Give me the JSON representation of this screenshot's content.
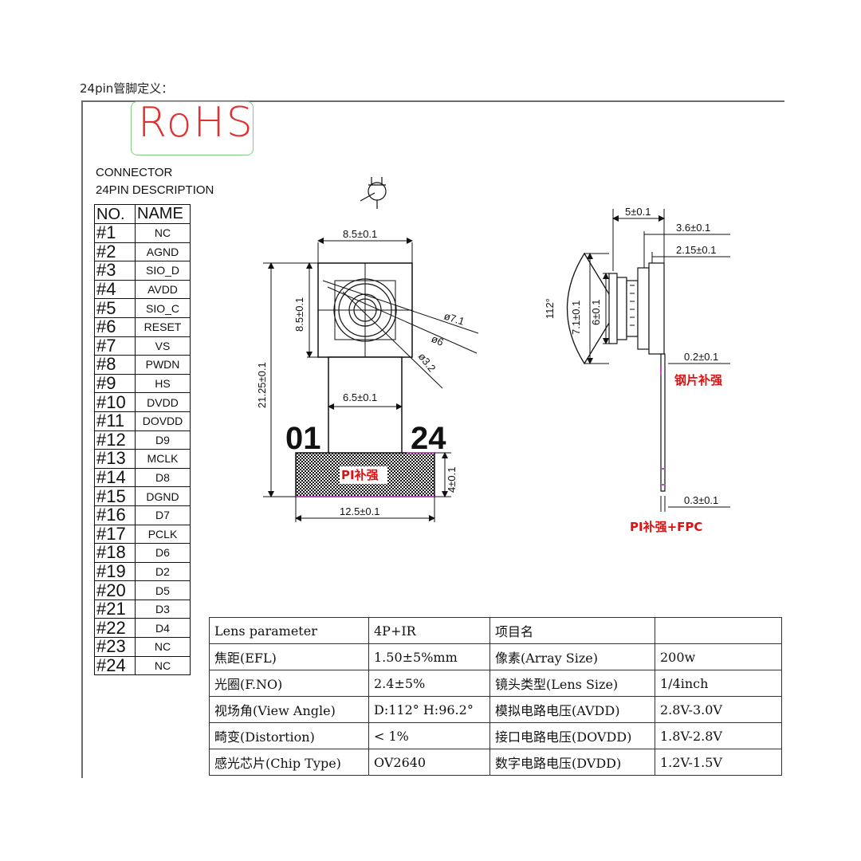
{
  "heading": "24pin管脚定义：",
  "rohs": "RoHS",
  "connector": {
    "line1": "CONNECTOR",
    "line2": "24PIN DESCRIPTION"
  },
  "pin_table": {
    "header": {
      "no": "NO.",
      "name": "NAME"
    },
    "rows": [
      {
        "no": "#1",
        "name": "NC"
      },
      {
        "no": "#2",
        "name": "AGND"
      },
      {
        "no": "#3",
        "name": "SIO_D"
      },
      {
        "no": "#4",
        "name": "AVDD"
      },
      {
        "no": "#5",
        "name": "SIO_C"
      },
      {
        "no": "#6",
        "name": "RESET"
      },
      {
        "no": "#7",
        "name": "VS"
      },
      {
        "no": "#8",
        "name": "PWDN"
      },
      {
        "no": "#9",
        "name": "HS"
      },
      {
        "no": "#10",
        "name": "DVDD"
      },
      {
        "no": "#11",
        "name": "DOVDD"
      },
      {
        "no": "#12",
        "name": "D9"
      },
      {
        "no": "#13",
        "name": "MCLK"
      },
      {
        "no": "#14",
        "name": "D8"
      },
      {
        "no": "#15",
        "name": "DGND"
      },
      {
        "no": "#16",
        "name": "D7"
      },
      {
        "no": "#17",
        "name": "PCLK"
      },
      {
        "no": "#18",
        "name": "D6"
      },
      {
        "no": "#19",
        "name": "D2"
      },
      {
        "no": "#20",
        "name": "D5"
      },
      {
        "no": "#21",
        "name": "D3"
      },
      {
        "no": "#22",
        "name": "D4"
      },
      {
        "no": "#23",
        "name": "NC"
      },
      {
        "no": "#24",
        "name": "NC"
      }
    ]
  },
  "front_view": {
    "dim_top_width": "8.5±0.1",
    "dim_left_height": "8.5±0.1",
    "dim_total_height": "21.25±0.1",
    "dim_fpc_width": "6.5±0.1",
    "dim_bottom_width": "12.5±0.1",
    "dim_stiffener_height": "4±0.1",
    "dia_outer": "ø7.1",
    "dia_mid": "ø6",
    "dia_inner": "ø3.2",
    "pin_first": "01",
    "pin_last": "24",
    "stiffener_label": "PI补强"
  },
  "side_view": {
    "dim_5": "5±0.1",
    "dim_3_6": "3.6±0.1",
    "dim_2_15": "2.15±0.1",
    "dim_7_1": "7.1±0.1",
    "dim_6": "6±0.1",
    "angle": "112°",
    "dim_0_2": "0.2±0.1",
    "steel_label": "钢片补强",
    "dim_0_3": "0.3±0.1",
    "pi_fpc_label": "PI补强+FPC"
  },
  "params": {
    "rows": [
      [
        "Lens parameter",
        "4P+IR",
        "项目名",
        ""
      ],
      [
        "焦距(EFL)",
        "1.50±5%mm",
        "像素(Array Size)",
        "200w"
      ],
      [
        "光圈(F.NO)",
        "2.4±5%",
        "镜头类型(Lens Size)",
        "1/4inch"
      ],
      [
        "视场角(View Angle)",
        "D:112°  H:96.2°",
        "模拟电路电压(AVDD)",
        "2.8V-3.0V"
      ],
      [
        "畸变(Distortion)",
        "< 1%",
        "接口电路电压(DOVDD)",
        "1.8V-2.8V"
      ],
      [
        "感光芯片(Chip Type)",
        "OV2640",
        "数字电路电压(DVDD)",
        "1.2V-1.5V"
      ]
    ]
  }
}
